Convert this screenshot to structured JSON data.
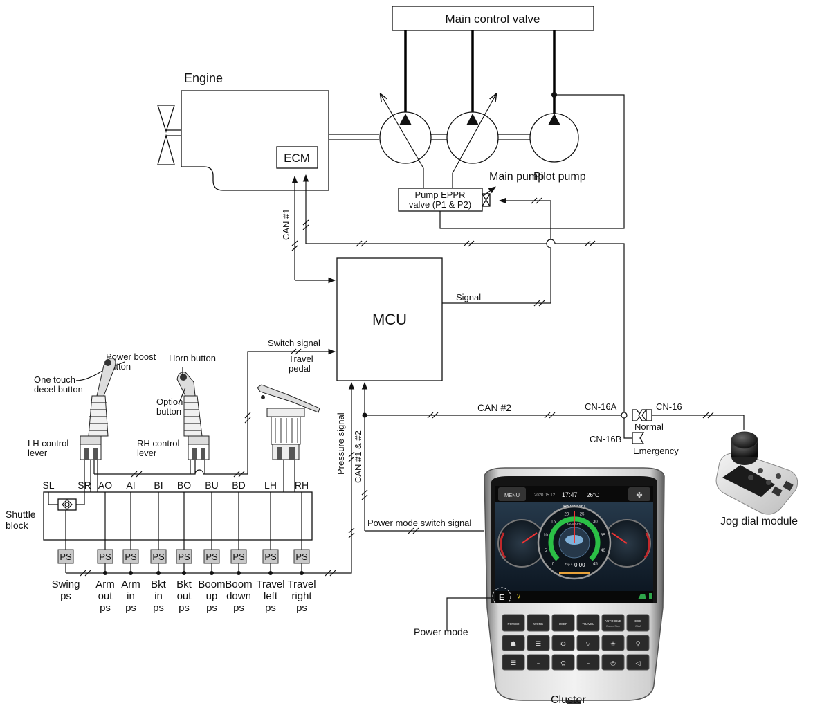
{
  "diagram": {
    "main_control_valve": "Main control valve",
    "engine": "Engine",
    "ecm": "ECM",
    "main_pump": "Main pump",
    "pilot_pump": "Pilot pump",
    "eppr_line1": "Pump EPPR",
    "eppr_line2": "valve (P1 & P2)",
    "mcu": "MCU",
    "can1": "CAN #1",
    "can2": "CAN #2",
    "can12": "CAN #1 & #2",
    "signal": "Signal",
    "switch_signal": "Switch signal",
    "pressure_signal": "Pressure signal",
    "power_mode_switch_signal": "Power mode switch signal",
    "power_boost_line1": "Power boost",
    "power_boost_line2": "button",
    "horn_button": "Horn button",
    "one_touch_line1": "One touch",
    "one_touch_line2": "decel button",
    "option_line1": "Option",
    "option_line2": "button",
    "travel_line1": "Travel",
    "travel_line2": "pedal",
    "lh_line1": "LH control",
    "lh_line2": "lever",
    "rh_line1": "RH control",
    "rh_line2": "lever",
    "shuttle_line1": "Shuttle",
    "shuttle_line2": "block",
    "cn16a": "CN-16A",
    "cn16b": "CN-16B",
    "cn16": "CN-16",
    "normal": "Normal",
    "emergency": "Emergency",
    "jog_dial": "Jog dial module",
    "cluster": "Cluster",
    "power_mode": "Power mode",
    "ports": [
      "SL",
      "SR",
      "AO",
      "AI",
      "BI",
      "BO",
      "BU",
      "BD",
      "LH",
      "RH"
    ],
    "ps_label": "PS",
    "sensors": [
      [
        "Swing",
        "ps"
      ],
      [
        "Arm",
        "out",
        "ps"
      ],
      [
        "Arm",
        "in",
        "ps"
      ],
      [
        "Bkt",
        "in",
        "ps"
      ],
      [
        "Bkt",
        "out",
        "ps"
      ],
      [
        "Boom",
        "up",
        "ps"
      ],
      [
        "Boom",
        "down",
        "ps"
      ],
      [
        "Travel",
        "left",
        "ps"
      ],
      [
        "Travel",
        "right",
        "ps"
      ]
    ]
  },
  "cluster_screen": {
    "menu": "MENU",
    "date": "2020.05.12",
    "time": "17:47",
    "temp": "26°C",
    "brand": "HYUNDAI",
    "rpm_unit": "x100 RPM",
    "trip": "Trip A",
    "trip_time": "0:00",
    "gauge_ticks": [
      "0",
      "5",
      "10",
      "15",
      "20",
      "25",
      "30",
      "35",
      "40",
      "45"
    ],
    "mode_letter": "E",
    "buttons_row1": [
      "POWER",
      "WORK",
      "USER",
      "TRAVEL",
      "AUTO IDLE",
      "ESC"
    ],
    "buttons_row1_sub": [
      "",
      "",
      "",
      "",
      "Buzzer Stop",
      "CAM"
    ]
  }
}
